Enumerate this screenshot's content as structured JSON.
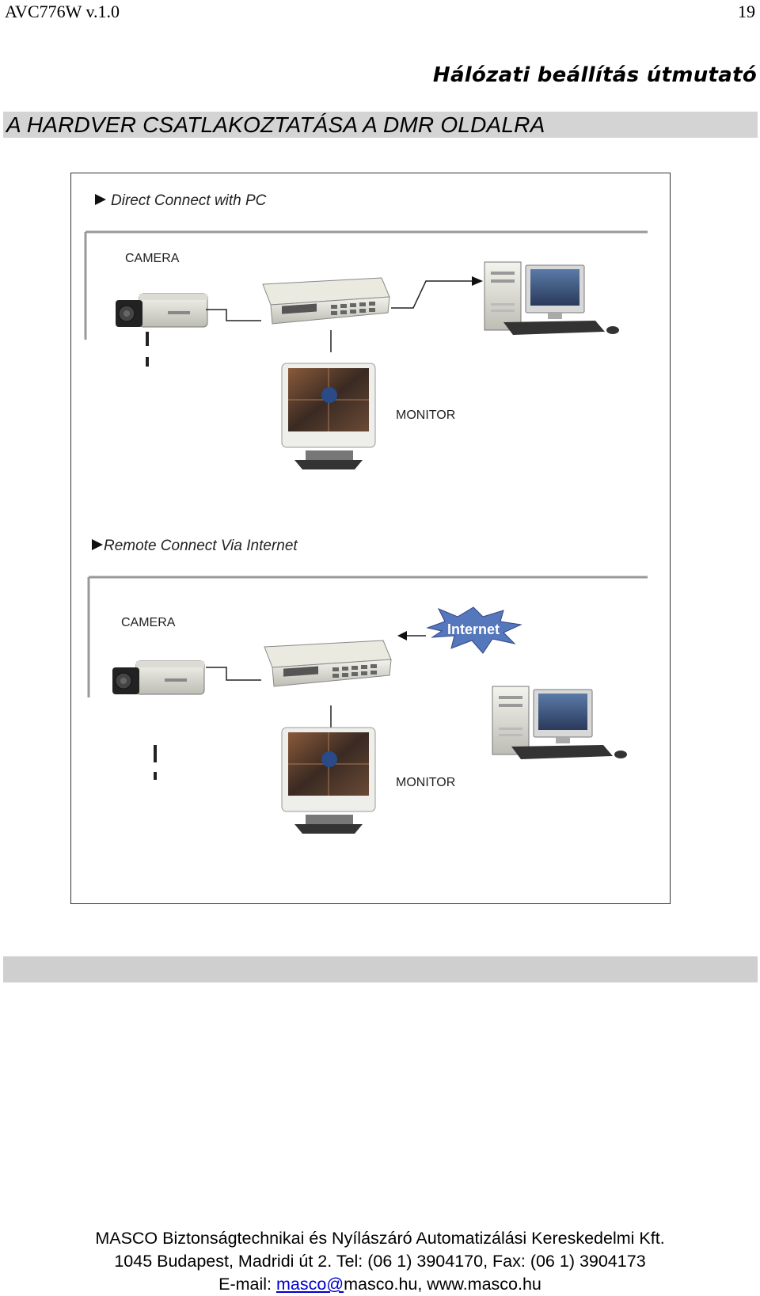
{
  "header": {
    "doc_id": "AVC776W v.1.0",
    "page_number": "19",
    "guide_title": "Hálózati beállítás útmutató"
  },
  "section": {
    "title": "A HARDVER CSATLAKOZTATÁSA A DMR OLDALRA"
  },
  "diagram": {
    "direct": {
      "heading": "Direct Connect with PC",
      "camera_label": "CAMERA",
      "monitor_label": "MONITOR"
    },
    "remote": {
      "heading": "Remote Connect Via Internet",
      "camera_label": "CAMERA",
      "monitor_label": "MONITOR",
      "internet_label": "Internet"
    },
    "icons": {
      "arrow": "play-triangle-icon",
      "camera": "cctv-camera-icon",
      "dvr": "dvr-recorder-icon",
      "pc": "desktop-pc-icon",
      "monitor": "crt-monitor-icon",
      "internet": "internet-burst-icon"
    }
  },
  "footer": {
    "line1": "MASCO Biztonságtechnikai és Nyílászáró Automatizálási Kereskedelmi Kft.",
    "line2": "1045 Budapest, Madridi út 2.  Tel: (06 1) 3904170, Fax: (06 1) 3904173",
    "email_prefix": "E-mail: ",
    "email_link": "masco@",
    "email_rest": "masco.hu, www.masco.hu"
  },
  "colors": {
    "section_bar": "#d4d4d4",
    "link": "#0000cc",
    "internet_badge": "#5577bb"
  }
}
